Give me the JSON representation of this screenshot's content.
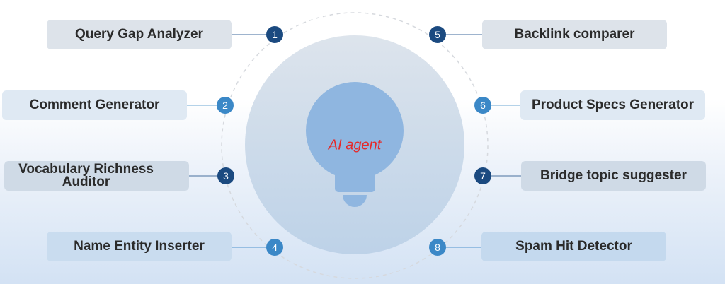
{
  "center_label": "AI agent",
  "items": [
    {
      "n": "1",
      "label": "Query Gap Analyzer"
    },
    {
      "n": "2",
      "label": "Comment Generator"
    },
    {
      "n": "3",
      "label": "Vocabulary Richness Auditor"
    },
    {
      "n": "4",
      "label": "Name Entity Inserter"
    },
    {
      "n": "5",
      "label": "Backlink comparer"
    },
    {
      "n": "6",
      "label": "Product Specs Generator"
    },
    {
      "n": "7",
      "label": "Bridge topic suggester"
    },
    {
      "n": "8",
      "label": "Spam Hit Detector"
    }
  ],
  "colors": {
    "dark": "#1b4a80",
    "light": "#3b88c7",
    "accent_text": "#e52a2a"
  }
}
